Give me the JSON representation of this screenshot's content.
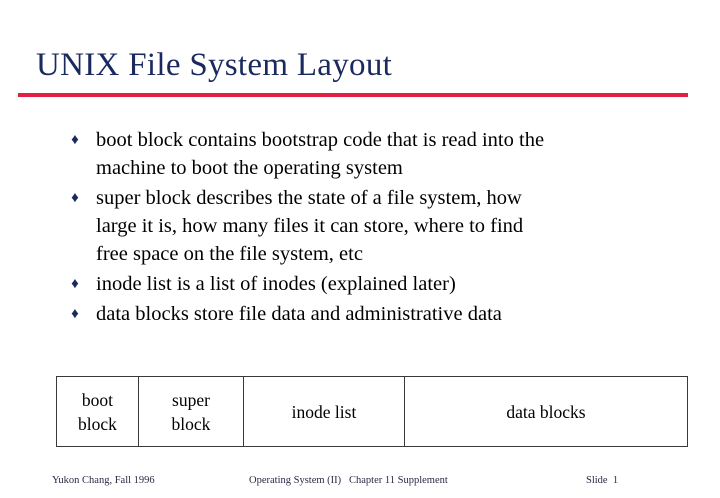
{
  "slide": {
    "title": "UNIX File System Layout",
    "title_color": "#1b2a5e",
    "rule_color": "#e01f43",
    "background_color": "#ffffff",
    "bullet_glyph": "♦",
    "bullet_color": "#1b2a5e",
    "bullets": [
      {
        "text": "boot block contains bootstrap code that is read into the\nmachine to boot the operating system"
      },
      {
        "text": "super block describes the state of a file system, how\nlarge it is, how many files it can store, where to find\nfree space on the file system, etc"
      },
      {
        "text": "inode list is a list of inodes (explained later)"
      },
      {
        "text": "data blocks store file data and administrative data"
      }
    ],
    "diagram": {
      "cells": [
        {
          "label": "boot\nblock"
        },
        {
          "label": "super\nblock"
        },
        {
          "label": "inode list"
        },
        {
          "label": "data blocks"
        }
      ]
    },
    "footer": {
      "left": "Yukon Chang, Fall 1996",
      "center": "Operating System (II)   Chapter 11 Supplement",
      "right": "Slide  1"
    }
  }
}
